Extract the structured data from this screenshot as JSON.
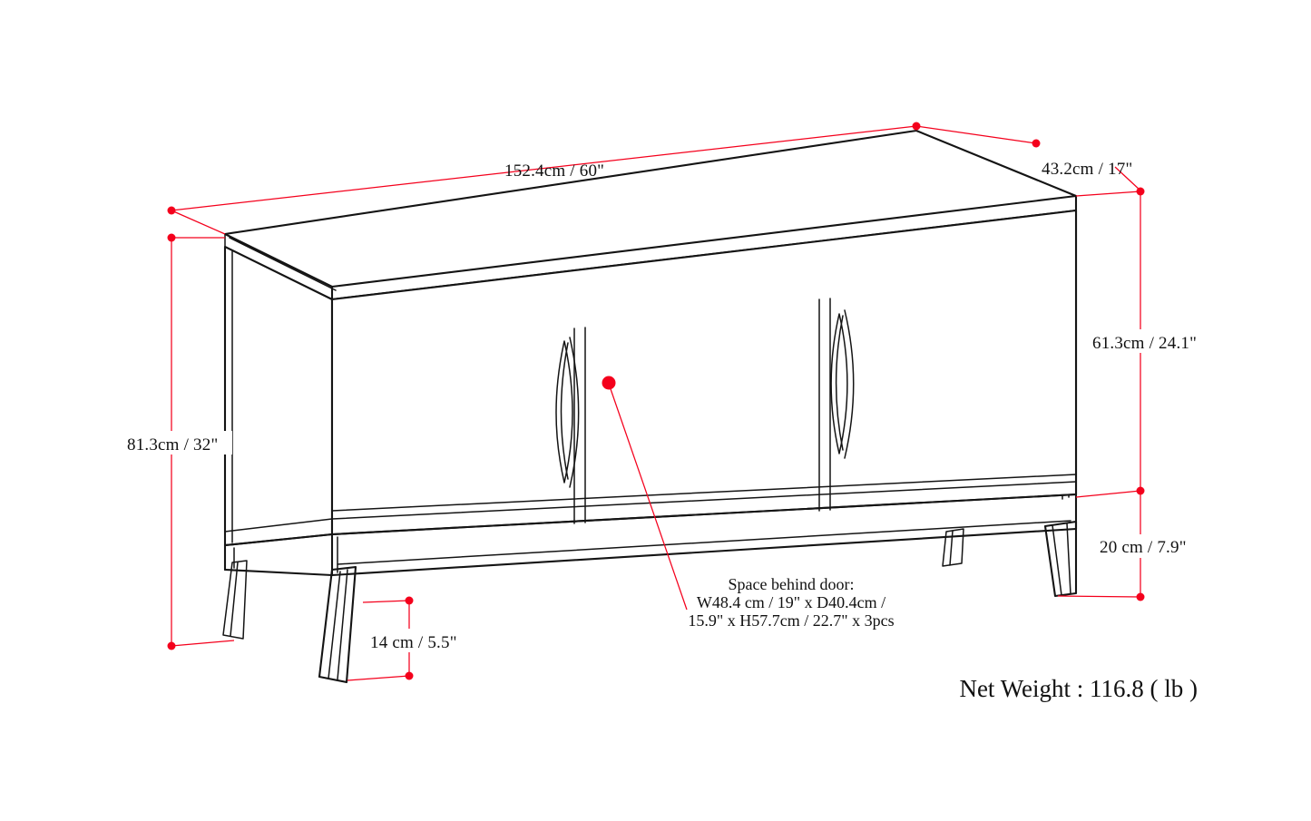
{
  "diagram": {
    "title": "Sideboard dimension drawing",
    "product_type": "3-door sideboard buffet cabinet",
    "accent_color": "#f4001c",
    "line_color": "#141414",
    "background_color": "#ffffff",
    "dimensions": {
      "width": {
        "label": "152.4cm / 60\"",
        "axis": "width",
        "cm": 152.4,
        "inch": 60
      },
      "depth": {
        "label": "43.2cm / 17\"",
        "axis": "depth",
        "cm": 43.2,
        "inch": 17
      },
      "overall_height": {
        "label": "81.3cm / 32\"",
        "axis": "height",
        "cm": 81.3,
        "inch": 32
      },
      "cabinet_body_height": {
        "label": "61.3cm / 24.1\"",
        "axis": "height",
        "cm": 61.3,
        "inch": 24.1
      },
      "base_clearance": {
        "label": "20 cm / 7.9\"",
        "axis": "height",
        "cm": 20,
        "inch": 7.9
      },
      "leg_height": {
        "label": "14 cm / 5.5\"",
        "axis": "height",
        "cm": 14,
        "inch": 5.5
      }
    },
    "callout": {
      "line1": "Space behind door:",
      "line2": "W48.4 cm / 19\" x D40.4cm /",
      "line3": "15.9\" x H57.7cm / 22.7\" x 3pcs"
    },
    "net_weight": {
      "label": "Net Weight : 116.8 ( lb )",
      "value": 116.8,
      "unit": "lb"
    }
  }
}
